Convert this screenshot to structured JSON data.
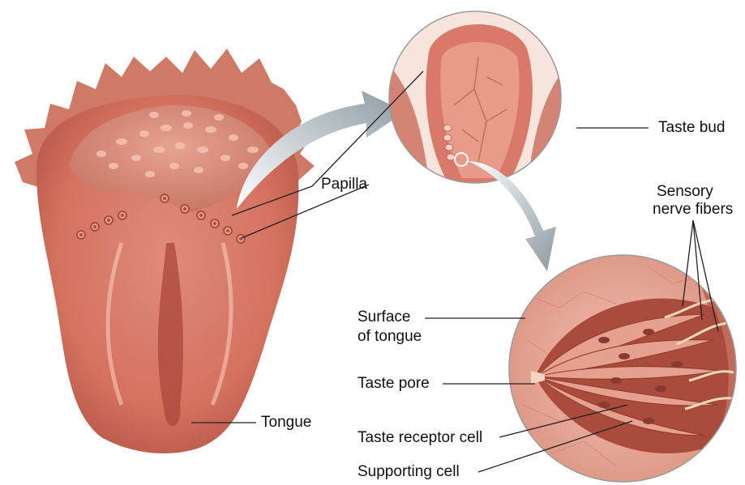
{
  "labels": {
    "papilla": "Papilla",
    "taste_bud": "Taste bud",
    "sensory_line1": "Sensory",
    "sensory_line2": "nerve fibers",
    "surface_line1": "Surface",
    "surface_line2": "of tongue",
    "taste_pore": "Taste pore",
    "tongue": "Tongue",
    "taste_receptor_cell": "Taste receptor cell",
    "supporting_cell": "Supporting cell"
  },
  "colors": {
    "tissue": "#d9786a",
    "tissue_dark": "#b5503f",
    "tissue_light": "#f0b8a6",
    "arrow": "#9aa7ad",
    "leader": "#222222"
  }
}
